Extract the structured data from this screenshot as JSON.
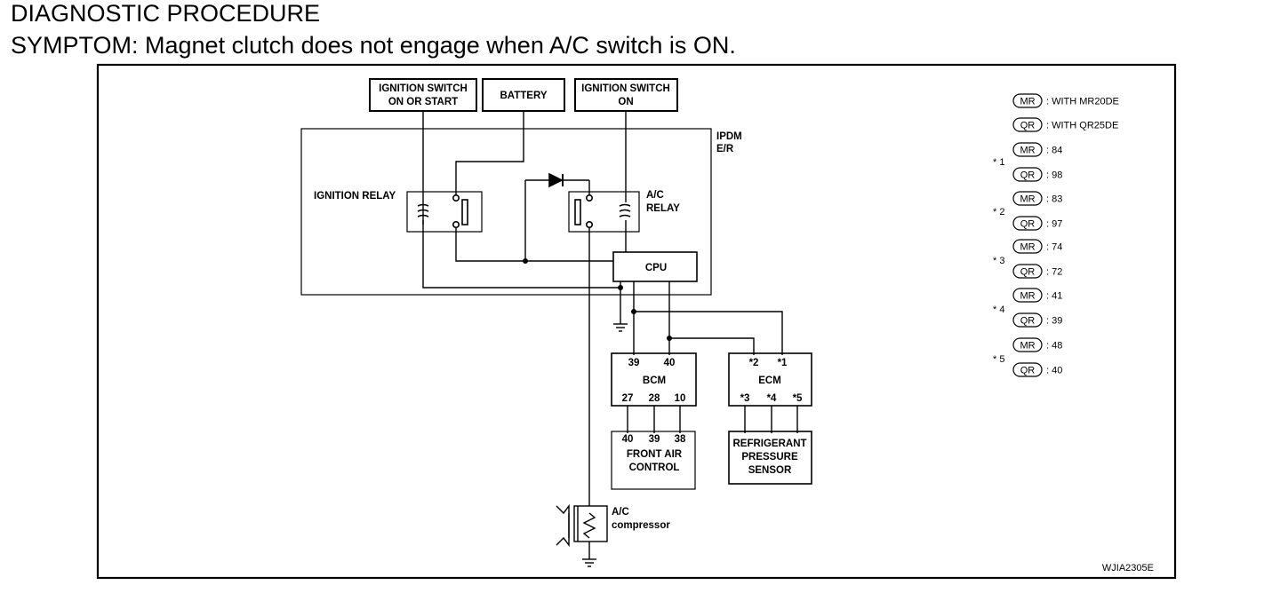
{
  "header": {
    "title": "DIAGNOSTIC PROCEDURE",
    "symptom": "SYMPTOM: Magnet clutch does not engage when A/C switch is ON."
  },
  "diagram": {
    "supplies": {
      "ignition_on_or_start": [
        "IGNITION SWITCH",
        "ON OR START"
      ],
      "battery": "BATTERY",
      "ignition_on": [
        "IGNITION SWITCH",
        "ON"
      ]
    },
    "ipdm": [
      "IPDM",
      "E/R"
    ],
    "ignition_relay": "IGNITION RELAY",
    "ac_relay": [
      "A/C",
      "RELAY"
    ],
    "cpu": "CPU",
    "bcm": {
      "name": "BCM",
      "top_pins": [
        "39",
        "40"
      ],
      "bottom_pins": [
        "27",
        "28",
        "10"
      ]
    },
    "ecm": {
      "name": "ECM",
      "top_pins": [
        "*2",
        "*1"
      ],
      "bottom_pins": [
        "*3",
        "*4",
        "*5"
      ]
    },
    "front_air_control": {
      "pins": [
        "40",
        "39",
        "38"
      ],
      "name": [
        "FRONT AIR",
        "CONTROL"
      ]
    },
    "refrigerant_sensor": [
      "REFRIGERANT",
      "PRESSURE",
      "SENSOR"
    ],
    "compressor": [
      "A/C",
      "compressor"
    ],
    "figure_id": "WJIA2305E"
  },
  "legend": {
    "variants": [
      {
        "badge": "MR",
        "text": ": WITH MR20DE"
      },
      {
        "badge": "QR",
        "text": ": WITH QR25DE"
      }
    ],
    "notes": [
      {
        "label": "* 1",
        "rows": [
          {
            "badge": "MR",
            "text": ": 84"
          },
          {
            "badge": "QR",
            "text": ": 98"
          }
        ]
      },
      {
        "label": "* 2",
        "rows": [
          {
            "badge": "MR",
            "text": ": 83"
          },
          {
            "badge": "QR",
            "text": ": 97"
          }
        ]
      },
      {
        "label": "* 3",
        "rows": [
          {
            "badge": "MR",
            "text": ": 74"
          },
          {
            "badge": "QR",
            "text": ": 72"
          }
        ]
      },
      {
        "label": "* 4",
        "rows": [
          {
            "badge": "MR",
            "text": ": 41"
          },
          {
            "badge": "QR",
            "text": ": 39"
          }
        ]
      },
      {
        "label": "* 5",
        "rows": [
          {
            "badge": "MR",
            "text": ": 48"
          },
          {
            "badge": "QR",
            "text": ": 40"
          }
        ]
      }
    ]
  }
}
